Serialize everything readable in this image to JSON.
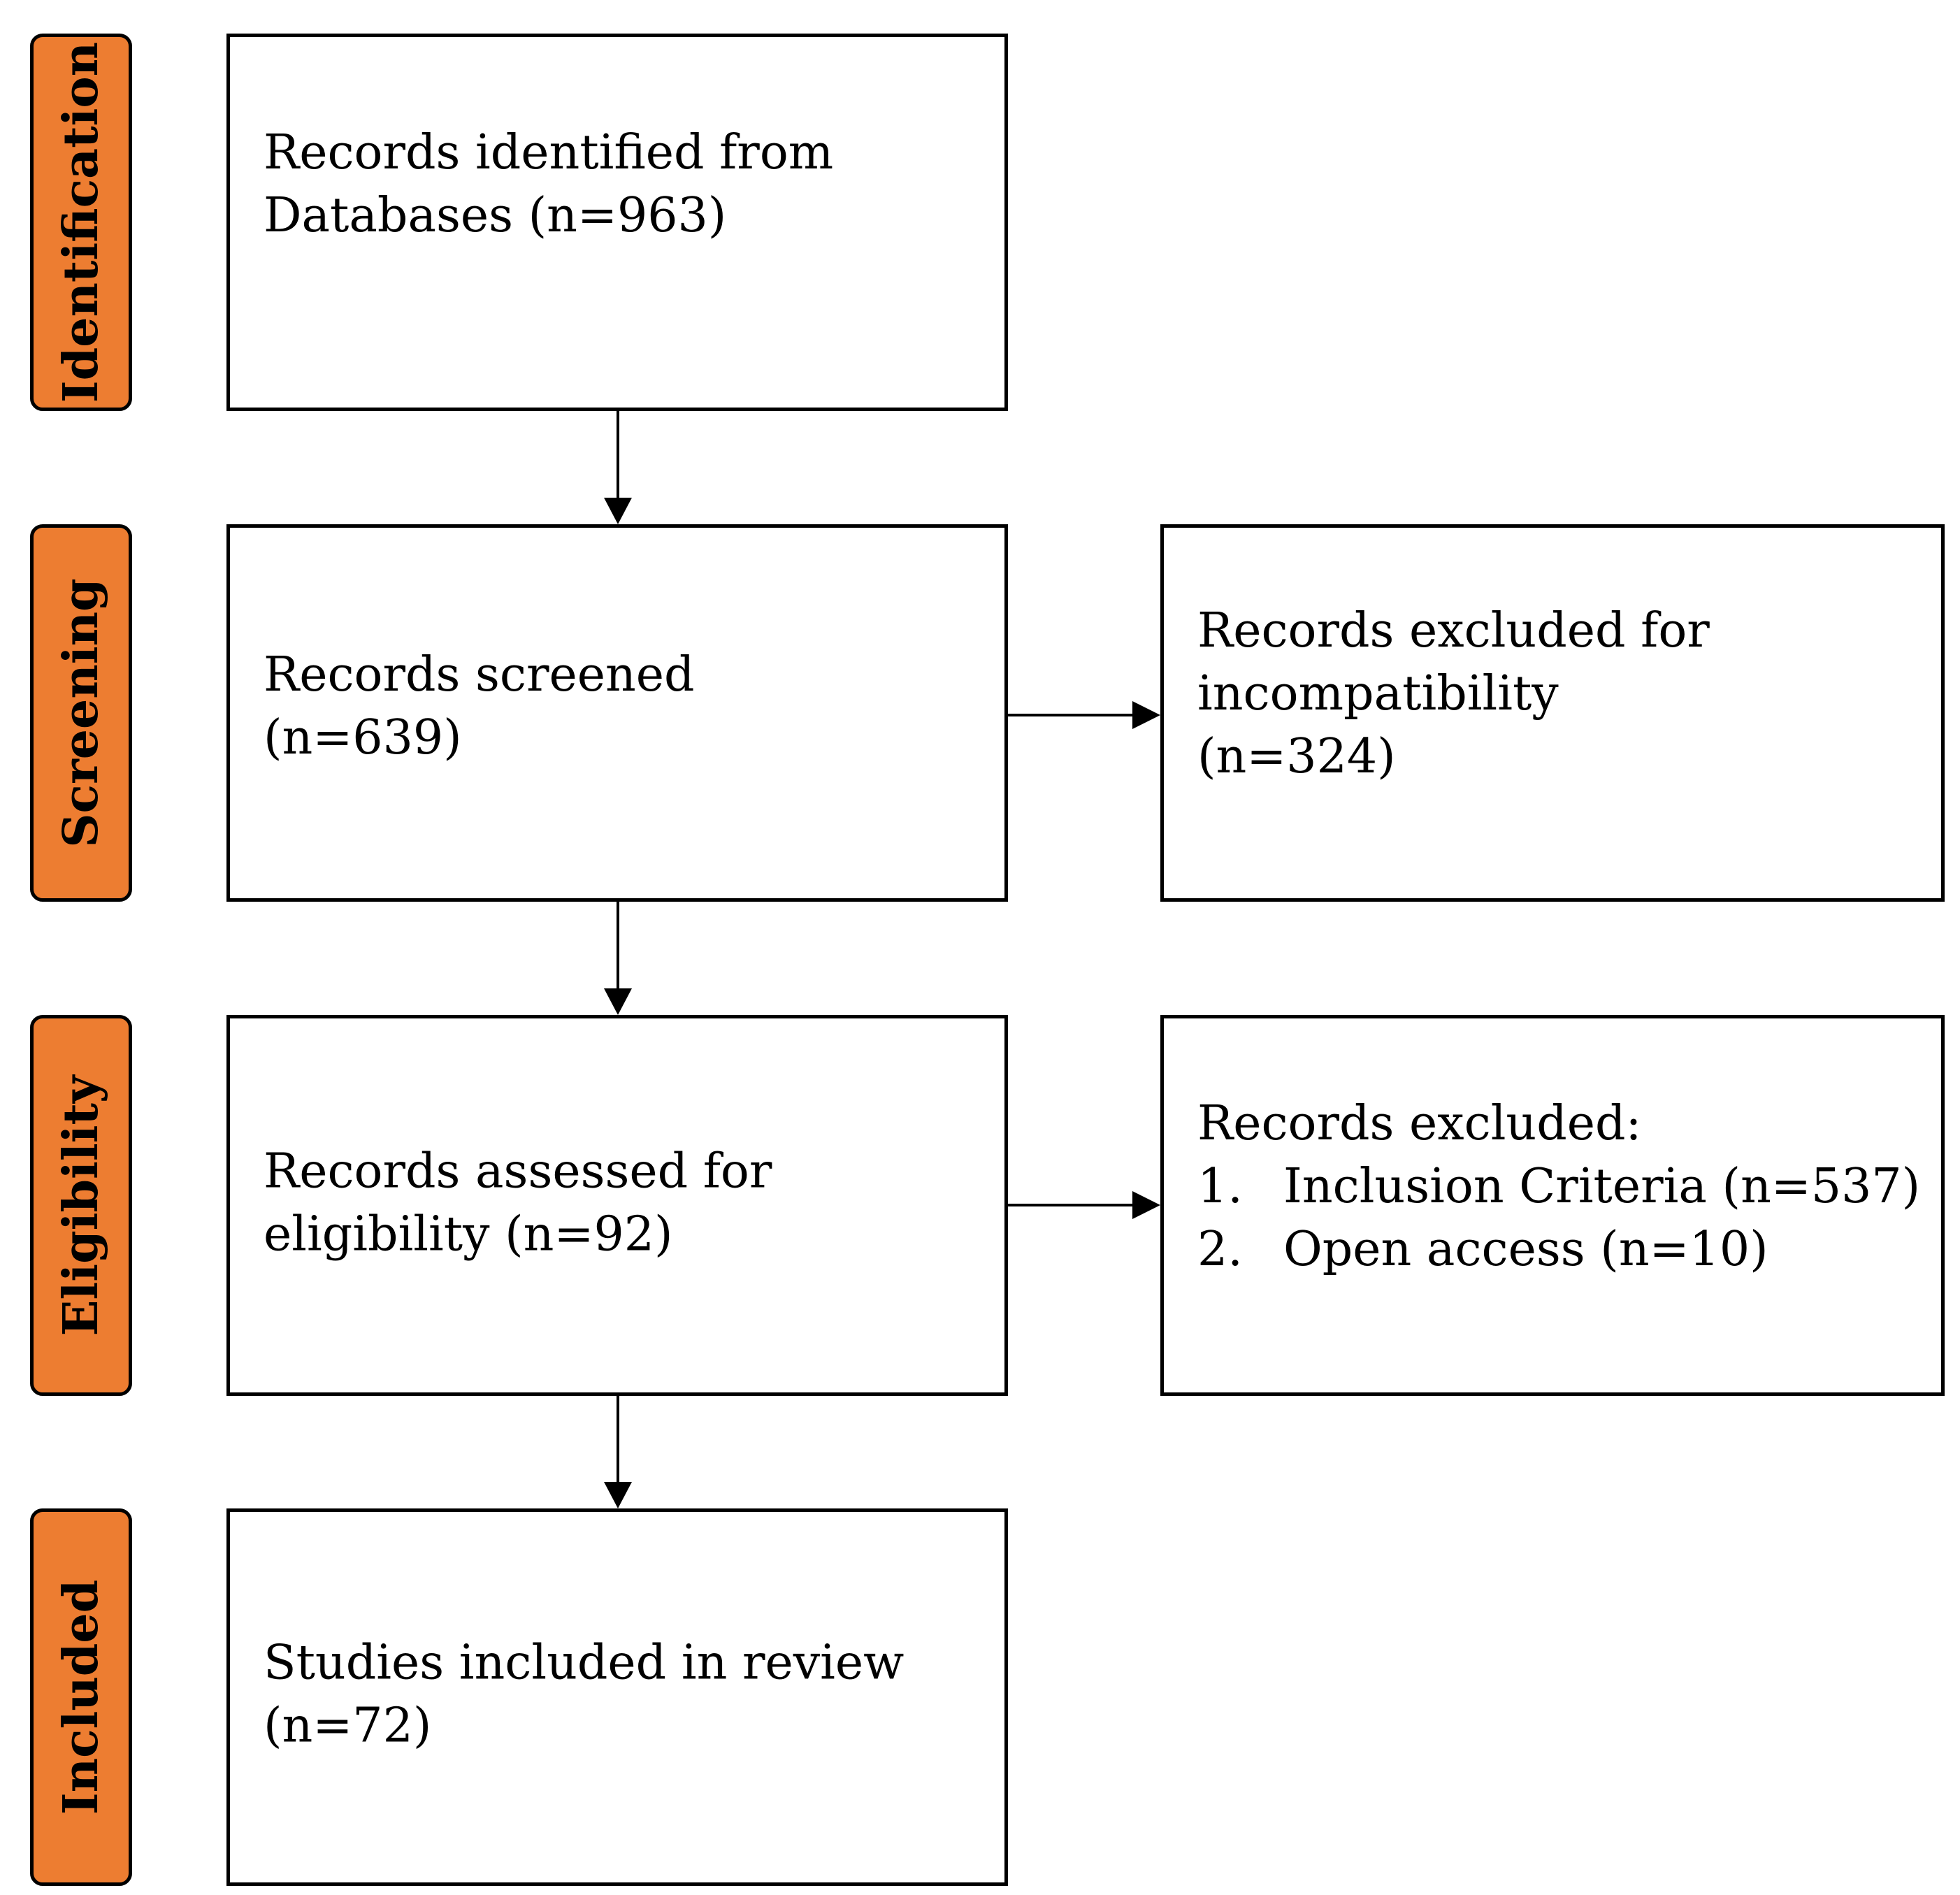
{
  "stages": {
    "identification": "Identification",
    "screening": "Screening",
    "eligibility": "Eligibility",
    "included": "Included"
  },
  "boxes": {
    "identified": {
      "line1": "Records identified  from",
      "line2": "Databases (n=963)"
    },
    "screened": {
      "line1": "Records screened",
      "line2": "(n=639)"
    },
    "excluded_incompatibility": {
      "line1": "Records excluded  for",
      "line2": "incompatibility",
      "line3": "(n=324)"
    },
    "assessed": {
      "line1": "Records assessed for",
      "line2": "eligibility  (n=92)"
    },
    "excluded_eligibility": {
      "heading": "Records excluded:",
      "items": [
        {
          "num": "1.",
          "text": "Inclusion Criteria (n=537)"
        },
        {
          "num": "2.",
          "text": "Open access (n=10)"
        }
      ]
    },
    "included": {
      "line1": "Studies included in review",
      "line2": "(n=72)"
    }
  },
  "colors": {
    "stage_fill": "#ED7D31",
    "border": "#000000",
    "box_fill": "#FFFFFF"
  }
}
